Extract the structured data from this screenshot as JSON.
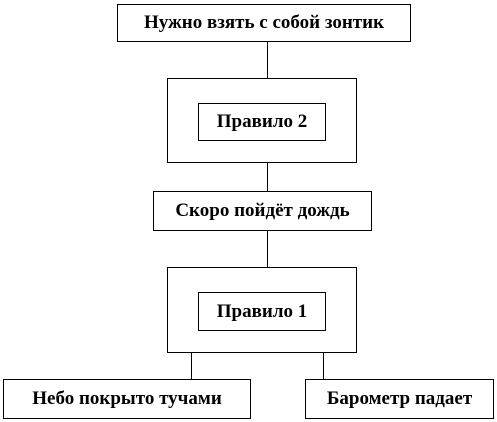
{
  "diagram": {
    "nodes": {
      "conclusion": "Нужно взять с собой зонтик",
      "rule2": "Правило 2",
      "intermediate": "Скоро пойдёт дождь",
      "rule1": "Правило 1",
      "fact_clouds": "Небо покрыто тучами",
      "fact_barometer": "Барометр падает"
    }
  }
}
